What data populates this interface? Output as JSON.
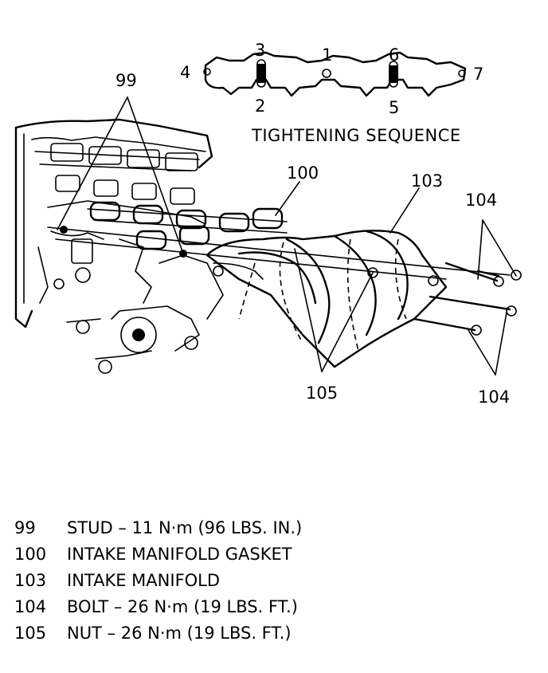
{
  "diagram": {
    "sequence_title": "TIGHTENING SEQUENCE",
    "sequence_numbers": [
      "1",
      "2",
      "3",
      "4",
      "5",
      "6",
      "7"
    ],
    "callouts": {
      "stud": "99",
      "gasket": "100",
      "manifold": "103",
      "bolt_top": "104",
      "bolt_bottom": "104",
      "nut": "105"
    }
  },
  "legend": [
    {
      "num": "99",
      "text": "STUD – 11 N·m (96 LBS. IN.)"
    },
    {
      "num": "100",
      "text": "INTAKE MANIFOLD GASKET"
    },
    {
      "num": "103",
      "text": "INTAKE MANIFOLD"
    },
    {
      "num": "104",
      "text": "BOLT – 26 N·m (19 LBS. FT.)"
    },
    {
      "num": "105",
      "text": "NUT – 26 N·m (19 LBS. FT.)"
    }
  ]
}
